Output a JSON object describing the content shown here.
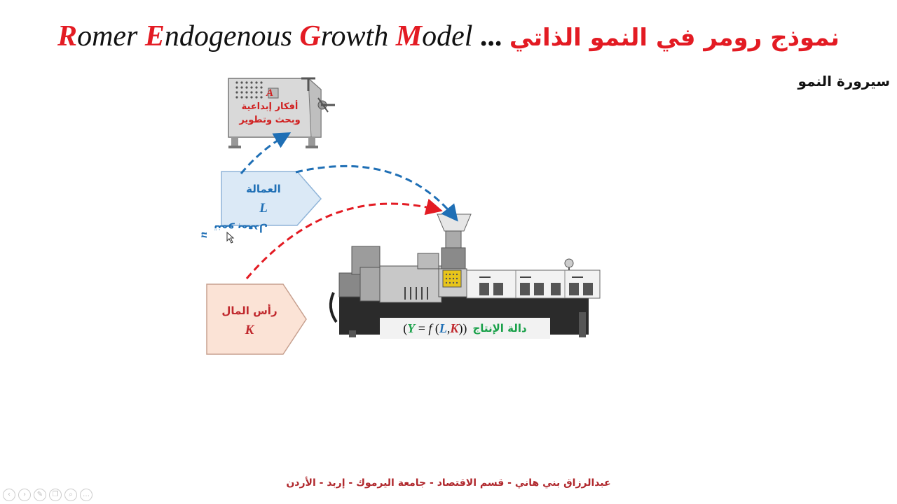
{
  "title": {
    "words": [
      {
        "cap": "R",
        "rest": "omer"
      },
      {
        "cap": "E",
        "rest": "ndogenous"
      },
      {
        "cap": "G",
        "rest": "rowth"
      },
      {
        "cap": "M",
        "rest": "odel"
      }
    ],
    "dots": "...",
    "arabic": "نموذج رومر في النمو الذاتي"
  },
  "subtitle": "سيرورة النمو",
  "ideas": {
    "symbol": "A",
    "line1": "أفكار إبداعية",
    "line2": "وبحث وتطوير"
  },
  "labor": {
    "label": "العمالة",
    "symbol": "L"
  },
  "capital": {
    "label": "رأس المال",
    "symbol": "K"
  },
  "growth_rate": {
    "text": "تنمو بمعدل",
    "symbol": "n"
  },
  "production_function": {
    "label": "دالة الإنتاج",
    "open": "(",
    "y": "Y",
    "eq": " = ",
    "f": "f",
    "paren_open": " (",
    "l": "L",
    "comma": ",",
    "k": "K",
    "close": "))"
  },
  "footer": "عبدالرزاق بني هاني - قسم الاقتصاد - جامعة اليرموك - إربد - الأردن",
  "toolbar": {
    "icons": [
      "prev-icon",
      "next-icon",
      "pen-icon",
      "copy-icon",
      "zoom-icon",
      "more-icon"
    ]
  },
  "colors": {
    "red": "#e31b23",
    "blue": "#1f6fb5",
    "green": "#1aa14a",
    "labor_fill": "#dbe9f6",
    "capital_fill": "#fbe3d6"
  }
}
